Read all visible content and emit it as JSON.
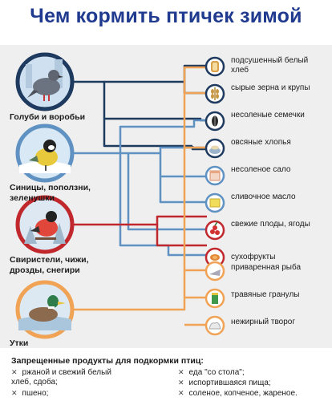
{
  "title": "Чем кормить птичек зимой",
  "colors": {
    "navy": "#1f3a5f",
    "blue": "#5f92c2",
    "red": "#c0282d",
    "orange": "#f0a355",
    "title": "#1f3a8f"
  },
  "birds": [
    {
      "label": "Голуби и воробьи",
      "icon": "pigeon-icon"
    },
    {
      "label": "Синицы, поползни, зеленушки",
      "icon": "tit-icon"
    },
    {
      "label": "Свиристели, чижи, дрозды, снегири",
      "icon": "bullfinch-icon"
    },
    {
      "label": "Утки",
      "icon": "duck-icon"
    }
  ],
  "foods": [
    {
      "label": "подсушенный белый хлеб",
      "icon": "bread-icon"
    },
    {
      "label": "сырые зерна и крупы",
      "icon": "grain-icon"
    },
    {
      "label": "несоленые семечки",
      "icon": "seed-icon"
    },
    {
      "label": "овсяные хлопья",
      "icon": "oat-flakes-icon"
    },
    {
      "label": "несоленое сало",
      "icon": "lard-icon"
    },
    {
      "label": "сливочное масло",
      "icon": "butter-icon"
    },
    {
      "label": "свежие плоды, ягоды",
      "icon": "berries-icon"
    },
    {
      "label": "сухофрукты",
      "icon": "dried-fruit-icon"
    },
    {
      "label": "приваренная рыба",
      "icon": "fish-icon"
    },
    {
      "label": "травяные гранулы",
      "icon": "pellets-icon"
    },
    {
      "label": "нежирный творог",
      "icon": "cottage-cheese-icon"
    }
  ],
  "forbidden": {
    "title": "Запрещенные продукты для подкормки птиц:",
    "items": [
      "ржаной и свежий белый хлеб, сдоба;",
      "пшено;",
      "еда \"со стола\";",
      "испортившаяся пища;",
      "соленое, копченое, жареное."
    ]
  }
}
